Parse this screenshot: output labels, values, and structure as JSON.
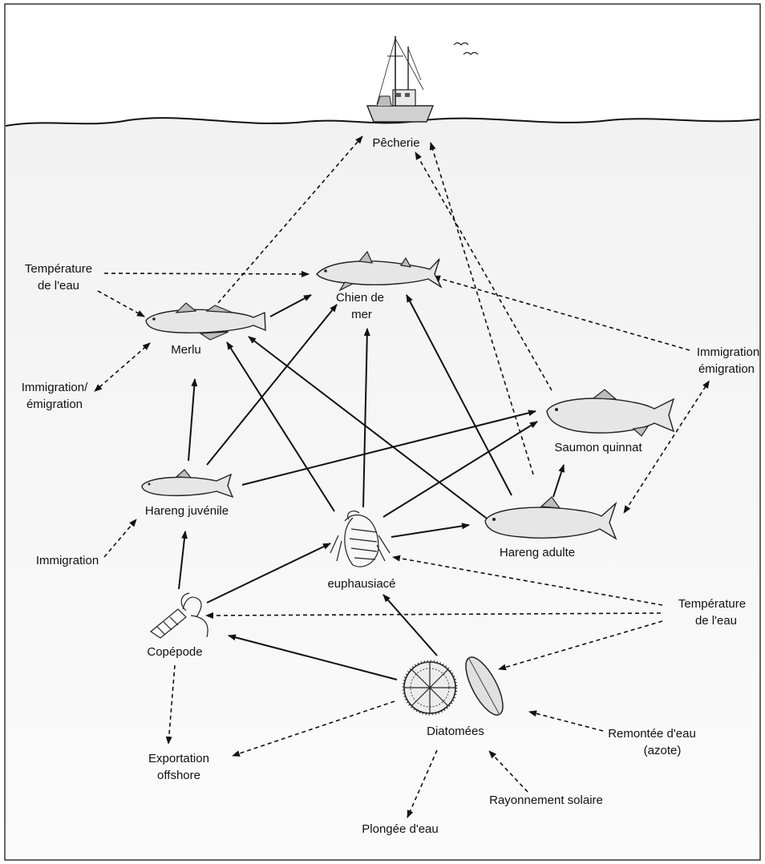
{
  "nodes": {
    "fishery": "Pêcherie",
    "water_temp_left": [
      "Température",
      "de l'eau"
    ],
    "dogfish": [
      "Chien de",
      "mer"
    ],
    "hake": "Merlu",
    "immigration_emigration_left": [
      "Immigration/",
      "émigration"
    ],
    "immigration_emigration_right": [
      "Immigration",
      "émigration"
    ],
    "chinook_salmon": "Saumon quinnat",
    "juvenile_herring": "Hareng juvénile",
    "adult_herring": "Hareng adulte",
    "immigration": "Immigration",
    "euphausiid": "euphausiacé",
    "water_temp_right": [
      "Température",
      "de l'eau"
    ],
    "copepod": "Copépode",
    "diatoms": "Diatomées",
    "upwelling": [
      "Remontée d'eau",
      "(azote)"
    ],
    "offshore_export": [
      "Exportation",
      "offshore"
    ],
    "solar_radiation": "Rayonnement solaire",
    "downwelling": "Plongée d'eau"
  },
  "icons": [
    "fishing-boat",
    "birds",
    "dogfish",
    "hake",
    "chinook-salmon",
    "juvenile-herring",
    "adult-herring",
    "euphausiid",
    "copepod",
    "diatom-centric",
    "diatom-pennate"
  ],
  "colors": {
    "ink": "#111111",
    "water": "#f4f4f4"
  }
}
